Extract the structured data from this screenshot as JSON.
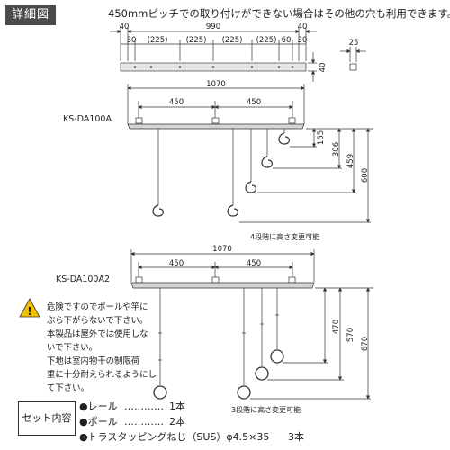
{
  "header": {
    "title": "詳細図",
    "note": "450mmピッチでの取り付けができない場合はその他の穴も利用できます。"
  },
  "rail_detail": {
    "dims_top": [
      "40",
      "990",
      "40"
    ],
    "dims_sub": [
      "30",
      "(225)",
      "(225)",
      "(225)",
      "(225)",
      "60",
      "30"
    ],
    "height": "40",
    "side_width": "25"
  },
  "model1": {
    "name": "KS-DA100A",
    "total_width": "1070",
    "pitches": [
      "450",
      "450"
    ],
    "heights": [
      "165",
      "306",
      "459",
      "600"
    ],
    "adjust_note": "4段階に高さ変更可能"
  },
  "model2": {
    "name": "KS-DA100A2",
    "total_width": "1070",
    "pitches": [
      "450",
      "450"
    ],
    "heights": [
      "470",
      "570",
      "670"
    ],
    "adjust_note": "3段階に高さ変更可能"
  },
  "caution": {
    "lines": [
      "危険ですのでポールや竿に",
      "ぶら下がらないで下さい。",
      "本製品は屋外では使用しな",
      "いで下さい。",
      "下地は室内物干の制限荷",
      "重に十分耐えられるようにし",
      "て下さい。"
    ]
  },
  "set_contents": {
    "label": "セット内容",
    "items": [
      {
        "name": "●レール",
        "leader": "…………",
        "qty": "1本"
      },
      {
        "name": "●ポール",
        "leader": "…………",
        "qty": "2本"
      },
      {
        "name": "●トラスタッピングねじ（SUS）φ4.5×35",
        "leader": "",
        "qty": "3本"
      }
    ]
  }
}
